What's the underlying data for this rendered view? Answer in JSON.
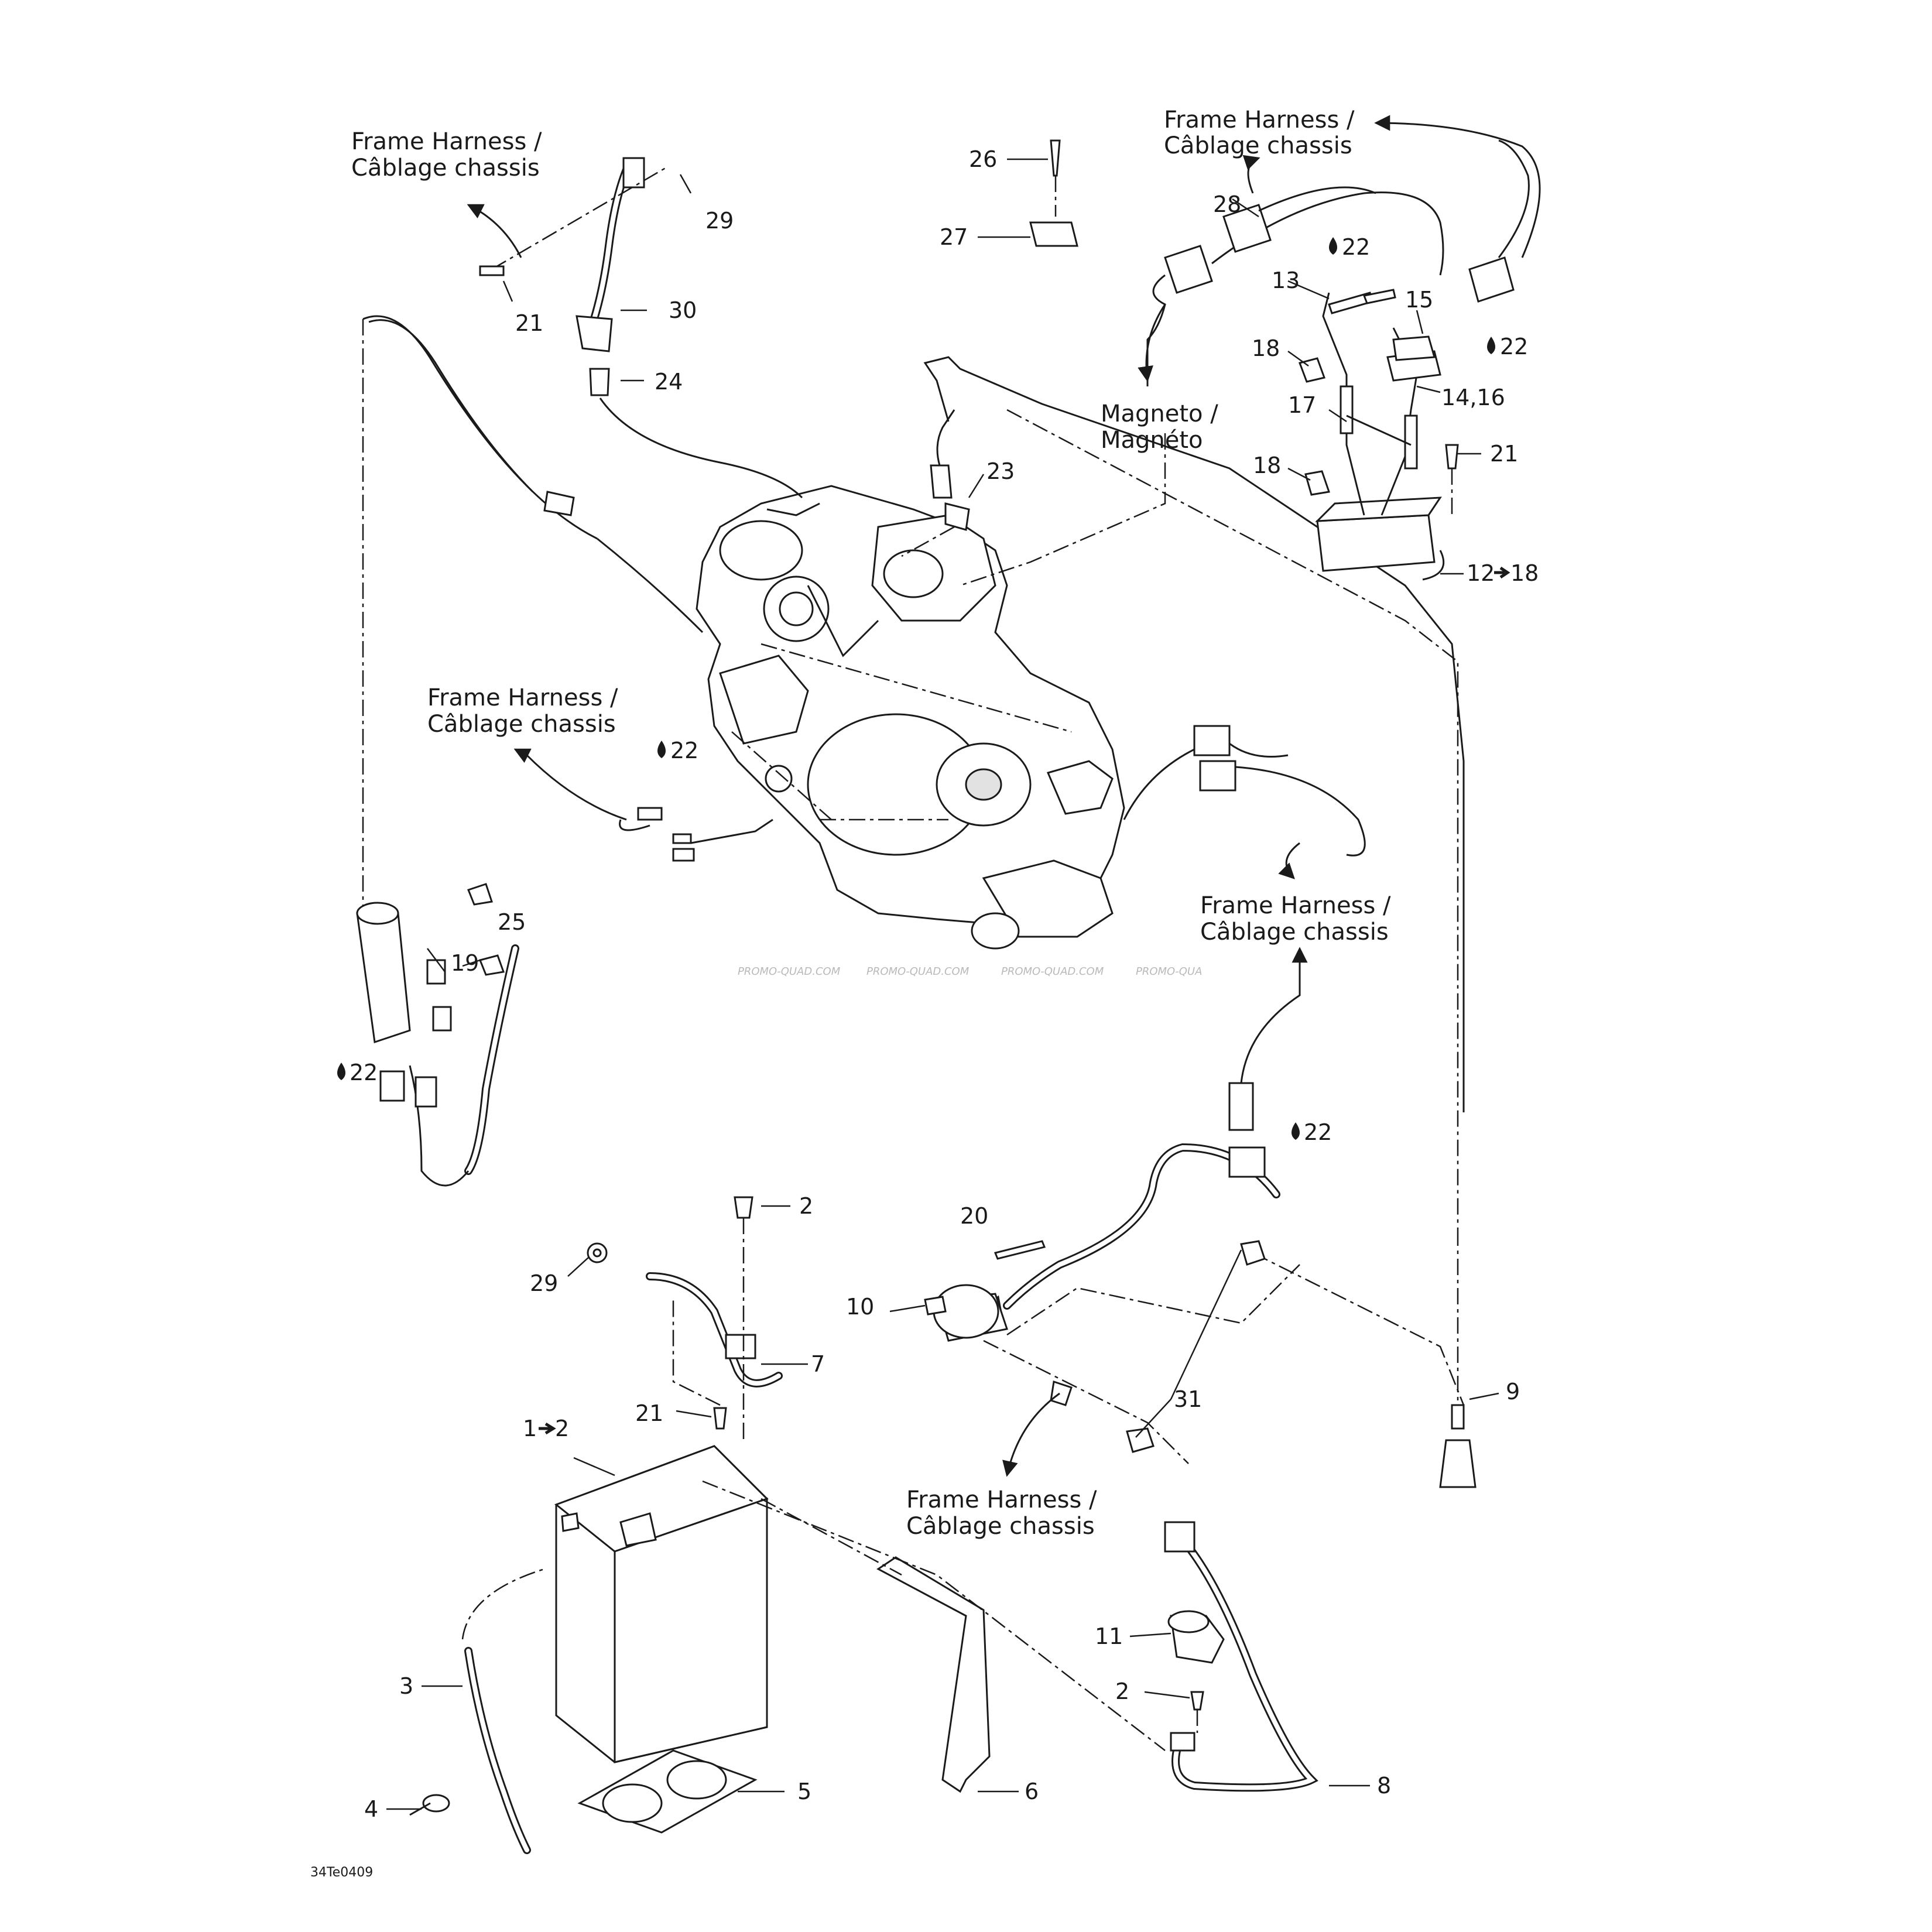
{
  "frame_harness_labels": [
    {
      "line1": "Frame Harness /",
      "line2": "Câblage chassis"
    },
    {
      "line1": "Frame Harness /",
      "line2": "Câblage chassis"
    },
    {
      "line1": "Frame Harness /",
      "line2": "Câblage chassis"
    },
    {
      "line1": "Frame Harness /",
      "line2": "Câblage chassis"
    },
    {
      "line1": "Frame Harness /",
      "line2": "Câblage chassis"
    }
  ],
  "magneto_label": {
    "line1": "Magneto /",
    "line2": "Magnéto"
  },
  "callouts": {
    "c29a": "29",
    "c21a": "21",
    "c30": "30",
    "c24": "24",
    "c26": "26",
    "c27": "27",
    "c28": "28",
    "c22a": "22",
    "c13": "13",
    "c15": "15",
    "c22b": "22",
    "c18a": "18",
    "c14_16": "14,16",
    "c17": "17",
    "c21b": "21",
    "c18b": "18",
    "c12_18_from": "12",
    "c12_18_to": "18",
    "c23": "23",
    "c22c": "22",
    "c25": "25",
    "c19": "19",
    "c22d": "22",
    "c22e": "22",
    "c2a": "2",
    "c20": "20",
    "c29b": "29",
    "c10": "10",
    "c7": "7",
    "c21c": "21",
    "c9": "9",
    "c31": "31",
    "c1_2_from": "1",
    "c1_2_to": "2",
    "c3": "3",
    "c11": "11",
    "c2b": "2",
    "c8": "8",
    "c4": "4",
    "c5": "5",
    "c6": "6"
  },
  "watermark": [
    "PROMO-QUAD.COM",
    "PROMO-QUAD.COM",
    "PROMO-QUAD.COM",
    "PROMO-QUA"
  ],
  "drawing_code": "34Te0409"
}
